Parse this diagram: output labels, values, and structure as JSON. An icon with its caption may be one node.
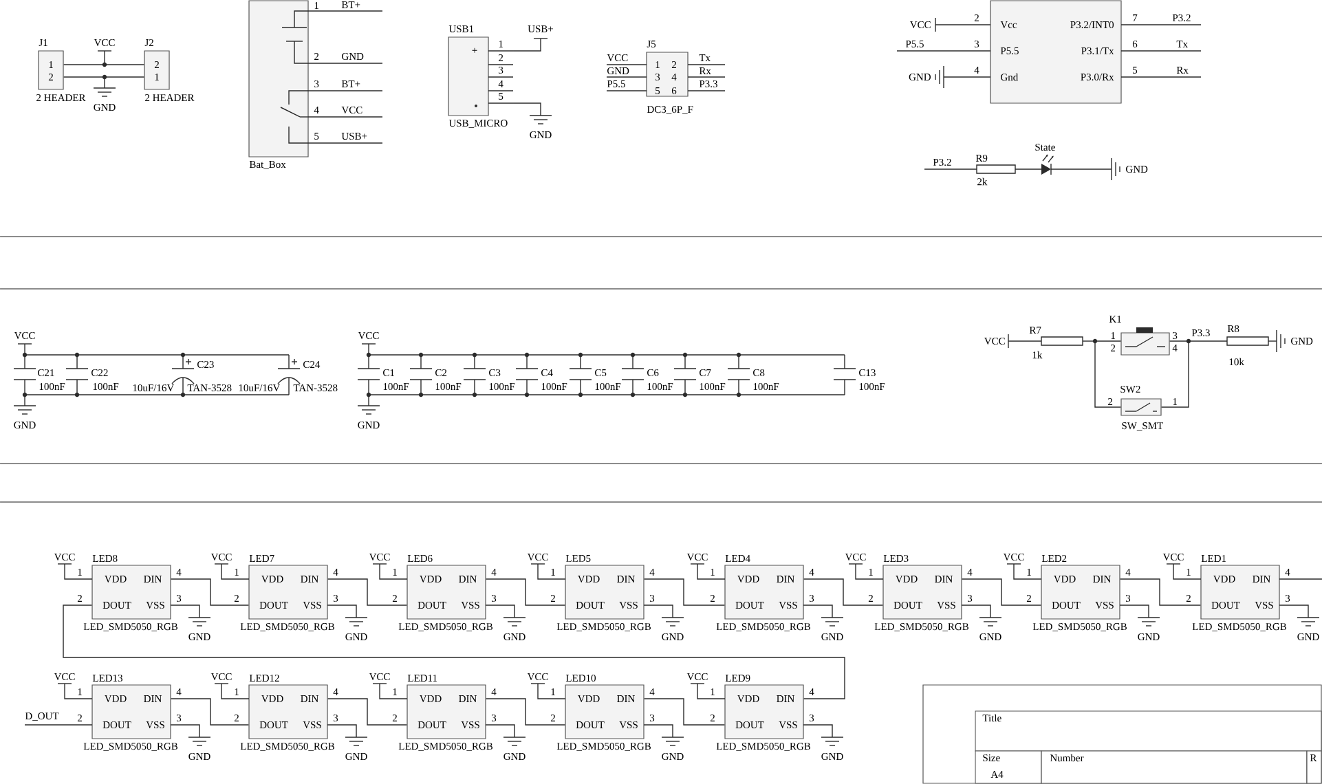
{
  "diagram": {
    "nodes": [
      {
        "text": [
          "J1",
          "1",
          "2",
          "2 HEADER"
        ]
      },
      {
        "text": [
          "J2",
          "2",
          "1",
          "2 HEADER"
        ]
      },
      {
        "text": [
          "1",
          "2",
          "3",
          "4",
          "5",
          "Bat_Box"
        ],
        "beside": [
          "BT+",
          "GND",
          "BT+",
          "VCC",
          "USB+"
        ]
      },
      {
        "text": [
          "USB1",
          "+",
          "1",
          "2",
          "3",
          "4",
          "5",
          "USB_MICRO"
        ]
      },
      {
        "text": [
          "J5",
          "1",
          "2",
          "3",
          "4",
          "5",
          "6",
          "DC3_6P_F"
        ],
        "beside": [
          "VCC",
          "GND",
          "P5.5",
          "Tx",
          "Rx",
          "P3.3"
        ]
      },
      {
        "text": [
          "2",
          "Vcc",
          "P3.2/INT0",
          "7",
          "3",
          "P5.5",
          "P3.1/Tx",
          "6",
          "4",
          "Gnd",
          "P3.0/Rx",
          "5"
        ],
        "beside": [
          "VCC",
          "P5.5",
          "GND",
          "P3.2",
          "Tx",
          "Rx"
        ]
      },
      {
        "text": [
          "K1",
          "1",
          "3",
          "2",
          "4"
        ]
      },
      {
        "text": [
          "SW2",
          "2",
          "1",
          "SW_SMT"
        ]
      },
      {
        "text": [
          "LED8",
          "1",
          "VDD",
          "DIN",
          "4",
          "2",
          "DOUT",
          "VSS",
          "3",
          "LED_SMD5050_RGB"
        ]
      },
      {
        "text": [
          "LED7",
          "1",
          "VDD",
          "DIN",
          "4",
          "2",
          "DOUT",
          "VSS",
          "3",
          "LED_SMD5050_RGB"
        ]
      },
      {
        "text": [
          "LED6",
          "1",
          "VDD",
          "DIN",
          "4",
          "2",
          "DOUT",
          "VSS",
          "3",
          "LED_SMD5050_RGB"
        ]
      },
      {
        "text": [
          "LED5",
          "1",
          "VDD",
          "DIN",
          "4",
          "2",
          "DOUT",
          "VSS",
          "3",
          "LED_SMD5050_RGB"
        ]
      },
      {
        "text": [
          "LED4",
          "1",
          "VDD",
          "DIN",
          "4",
          "2",
          "DOUT",
          "VSS",
          "3",
          "LED_SMD5050_RGB"
        ]
      },
      {
        "text": [
          "LED3",
          "1",
          "VDD",
          "DIN",
          "4",
          "2",
          "DOUT",
          "VSS",
          "3",
          "LED_SMD5050_RGB"
        ]
      },
      {
        "text": [
          "LED2",
          "1",
          "VDD",
          "DIN",
          "4",
          "2",
          "DOUT",
          "VSS",
          "3",
          "LED_SMD5050_RGB"
        ]
      },
      {
        "text": [
          "LED1",
          "1",
          "VDD",
          "DIN",
          "4",
          "2",
          "DOUT",
          "VSS",
          "3",
          "LED_SMD5050_RGB"
        ]
      },
      {
        "text": [
          "LED13",
          "1",
          "VDD",
          "DIN",
          "4",
          "2",
          "DOUT",
          "VSS",
          "3",
          "LED_SMD5050_RGB"
        ],
        "beside": [
          "D_OUT"
        ]
      },
      {
        "text": [
          "LED12",
          "1",
          "VDD",
          "DIN",
          "4",
          "2",
          "DOUT",
          "VSS",
          "3",
          "LED_SMD5050_RGB"
        ]
      },
      {
        "text": [
          "LED11",
          "1",
          "VDD",
          "DIN",
          "4",
          "2",
          "DOUT",
          "VSS",
          "3",
          "LED_SMD5050_RGB"
        ]
      },
      {
        "text": [
          "LED10",
          "1",
          "VDD",
          "DIN",
          "4",
          "2",
          "DOUT",
          "VSS",
          "3",
          "LED_SMD5050_RGB"
        ]
      },
      {
        "text": [
          "LED9",
          "1",
          "VDD",
          "DIN",
          "4",
          "2",
          "DOUT",
          "VSS",
          "3",
          "LED_SMD5050_RGB"
        ]
      },
      {
        "text": [],
        "shape": "box"
      },
      {
        "text": [
          "Title"
        ],
        "in": 21
      },
      {
        "text": [
          "Size",
          "A4"
        ],
        "in": 21
      },
      {
        "text": [
          "Number"
        ],
        "in": 21
      },
      {
        "text": [
          "R"
        ],
        "in": 21
      }
    ],
    "edges": [
      {
        "from": 0,
        "to": 1,
        "arrow": "none"
      },
      {
        "from": 0,
        "to": 1,
        "arrow": "none"
      },
      {
        "from": 8,
        "to": 9,
        "arrow": "none"
      },
      {
        "from": 9,
        "to": 10,
        "arrow": "none"
      },
      {
        "from": 10,
        "to": 11,
        "arrow": "none"
      },
      {
        "from": 11,
        "to": 12,
        "arrow": "none"
      },
      {
        "from": 12,
        "to": 13,
        "arrow": "none"
      },
      {
        "from": 13,
        "to": 14,
        "arrow": "none"
      },
      {
        "from": 14,
        "to": 15,
        "arrow": "none"
      },
      {
        "from": 8,
        "to": 20,
        "arrow": "none"
      },
      {
        "from": 16,
        "to": 17,
        "arrow": "none"
      },
      {
        "from": 17,
        "to": 18,
        "arrow": "none"
      },
      {
        "from": 18,
        "to": 19,
        "arrow": "none"
      },
      {
        "from": 19,
        "to": 20,
        "arrow": "none"
      },
      {
        "from": 6,
        "to": 7,
        "arrow": "none"
      },
      {
        "from": 6,
        "to": 7,
        "arrow": "none"
      }
    ],
    "labels": [
      "VCC",
      "GND",
      "USB+",
      "GND",
      "P3.2",
      "R9",
      "2k",
      "State",
      "GND",
      "VCC",
      "C21",
      "100nF",
      "C22",
      "100nF",
      "C23",
      "10uF/16V",
      "TAN-3528",
      "C24",
      "10uF/16V",
      "TAN-3528",
      "GND",
      "VCC",
      "C1",
      "100nF",
      "C2",
      "100nF",
      "C3",
      "100nF",
      "C4",
      "100nF",
      "C5",
      "100nF",
      "C6",
      "100nF",
      "C7",
      "100nF",
      "C8",
      "100nF",
      "C13",
      "100nF",
      "GND",
      "VCC",
      "R7",
      "1k",
      "P3.3",
      "R8",
      "10k",
      "GND",
      "VCC",
      "GND",
      "VCC",
      "GND",
      "VCC",
      "GND",
      "VCC",
      "GND",
      "VCC",
      "GND",
      "VCC",
      "GND",
      "VCC",
      "GND",
      "VCC",
      "GND",
      "VCC",
      "GND",
      "VCC",
      "GND",
      "VCC",
      "GND",
      "VCC",
      "GND",
      "VCC",
      "GND"
    ]
  }
}
